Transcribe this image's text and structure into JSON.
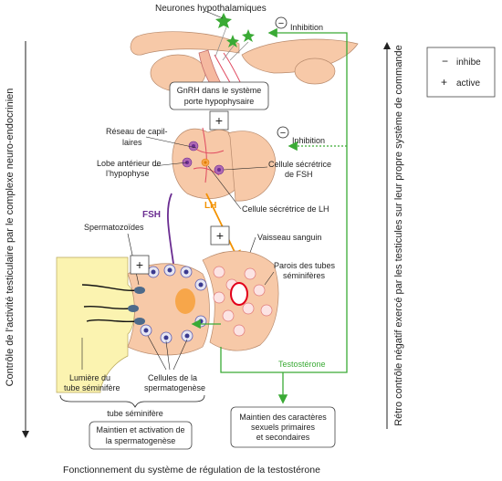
{
  "labels": {
    "neurones": "Neurones hypothalamiques",
    "inhibition_top": "Inhibition",
    "inhibition_mid": "Inhibition",
    "gnrh_line1": "GnRH dans le système",
    "gnrh_line2": "porte hypophysaire",
    "reseau_line1": "Réseau de capil-",
    "reseau_line2": "laires",
    "lobe_line1": "Lobe antérieur de",
    "lobe_line2": "l’hypophyse",
    "cell_fsh_line1": "Cellule sécrétrice",
    "cell_fsh_line2": "de FSH",
    "cell_lh": "Cellule sécrétrice de LH",
    "fsh": "FSH",
    "lh": "LH",
    "vaisseau": "Vaisseau sanguin",
    "spermatozoides": "Spermatozoïdes",
    "parois_line1": "Parois des tubes",
    "parois_line2": "séminifères",
    "testosterone": "Testostérone",
    "lumiere_line1": "Lumière du",
    "lumiere_line2": "tube séminifère",
    "cellules_line1": "Cellules de la",
    "cellules_line2": "spermatogenèse",
    "tube": "tube séminifère",
    "maintien_sperm_line1": "Maintien et activation de",
    "maintien_sperm_line2": "la spermatogenèse",
    "maintien_sex_line1": "Maintien des caractères",
    "maintien_sex_line2": "sexuels primaires",
    "maintien_sex_line3": "et secondaires",
    "left_vertical": "Contrôle de l'activité testiculaire par le complexe neuro-endocrinien",
    "right_vertical": "Rétro contrôle négatif exercé par les testicules sur leur propre système de commande",
    "caption": "Fonctionnement du système de régulation de la testostérone"
  },
  "legend": {
    "minus_symbol": "−",
    "minus_label": "inhibe",
    "plus_symbol": "+",
    "plus_label": "active"
  },
  "signs": {
    "plus": "+",
    "minus": "−"
  },
  "colors": {
    "green": "#3aaa35",
    "orange": "#f39200",
    "purple": "#6a2c91",
    "pituitary": "#f7c9a8",
    "tube": "#fbf3b0",
    "vessel_red": "#e2001a"
  }
}
